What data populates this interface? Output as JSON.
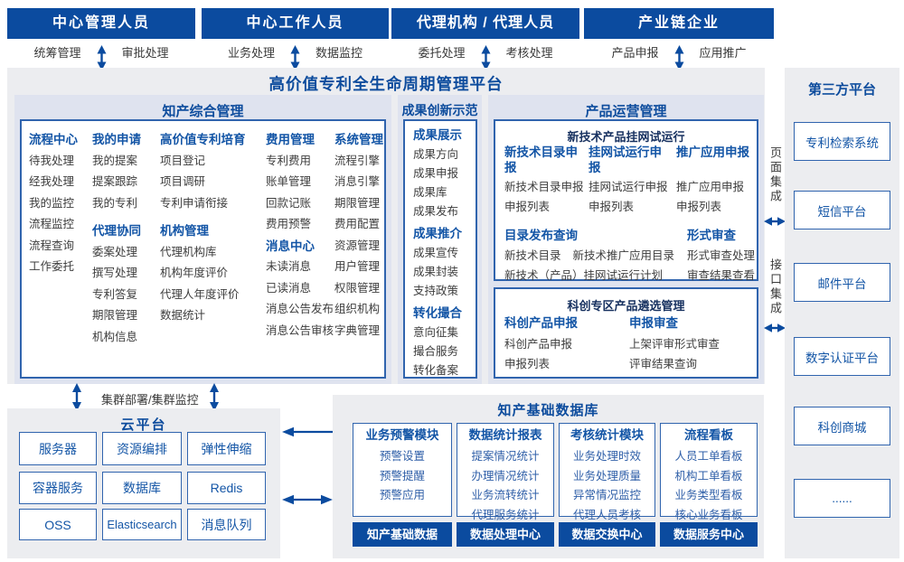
{
  "colors": {
    "navy": "#0B4B9F",
    "blue_text": "#1355A6",
    "panel_bg": "#ECEDF0",
    "subpanel_bg": "#DFE3EF",
    "border_blue": "#3064AE",
    "item_gray": "#3D3D3D",
    "db_item_blue": "#2F5FA8"
  },
  "actors": {
    "a1": {
      "title": "中心管理人员",
      "left": "统筹管理",
      "right": "审批处理"
    },
    "a2": {
      "title": "中心工作人员",
      "left": "业务处理",
      "right": "数据监控"
    },
    "a3": {
      "title": "代理机构 / 代理人员",
      "left": "委托处理",
      "right": "考核处理"
    },
    "a4": {
      "title": "产业链企业",
      "left": "产品申报",
      "right": "应用推广"
    }
  },
  "platform": {
    "title": "高价值专利全生命周期管理平台"
  },
  "ipm": {
    "title": "知产综合管理",
    "col1": {
      "h1": "流程中心",
      "items1": [
        "待我处理",
        "经我处理",
        "我的监控",
        "流程监控",
        "流程查询",
        "工作委托"
      ]
    },
    "col2": {
      "h1": "我的申请",
      "items1": [
        "我的提案",
        "提案跟踪",
        "我的专利"
      ],
      "h2": "代理协同",
      "items2": [
        "委案处理",
        "撰写处理",
        "专利答复",
        "期限管理",
        "机构信息"
      ]
    },
    "col3": {
      "h1": "高价值专利培育",
      "items1": [
        "项目登记",
        "项目调研",
        "专利申请衔接"
      ],
      "h2": "机构管理",
      "items2": [
        "代理机构库",
        "机构年度评价",
        "代理人年度评价",
        "数据统计"
      ]
    },
    "col4": {
      "h1": "费用管理",
      "items1": [
        "专利费用",
        "账单管理",
        "回款记账",
        "费用预警"
      ],
      "h2": "消息中心",
      "items2": [
        "未读消息",
        "已读消息",
        "消息公告发布",
        "消息公告审核"
      ]
    },
    "col5": {
      "h1": "系统管理",
      "items1": [
        "流程引擎",
        "消息引擎",
        "期限管理",
        "费用配置",
        "资源管理",
        "用户管理",
        "权限管理",
        "组织机构",
        "字典管理"
      ]
    }
  },
  "achv": {
    "title": "成果创新示范",
    "g1": {
      "h": "成果展示",
      "items": [
        "成果方向",
        "成果申报",
        "成果库",
        "成果发布"
      ]
    },
    "g2": {
      "h": "成果推介",
      "items": [
        "成果宣传",
        "成果封装",
        "支持政策"
      ]
    },
    "g3": {
      "h": "转化撮合",
      "items": [
        "意向征集",
        "撮合服务",
        "转化备案"
      ]
    }
  },
  "product": {
    "title": "产品运营管理",
    "boxA": {
      "title": "新技术产品挂网试运行",
      "c1": {
        "h": "新技术目录申报",
        "items": [
          "新技术目录申报",
          "申报列表"
        ]
      },
      "c2": {
        "h": "挂网试运行申报",
        "items": [
          "挂网试运行申报",
          "申报列表"
        ]
      },
      "c3": {
        "h": "推广应用申报",
        "items": [
          "推广应用申报",
          "申报列表"
        ]
      },
      "g1": {
        "h": "目录发布查询",
        "i1": "新技术目录",
        "i2": "新技术推广应用目录",
        "i3": "新技术（产品）挂网试运行计划"
      },
      "g2": {
        "h": "形式审查",
        "items": [
          "形式审查处理",
          "审查结果查看"
        ]
      }
    },
    "boxB": {
      "title": "科创专区产品遴选管理",
      "c1": {
        "h": "科创产品申报",
        "items": [
          "科创产品申报",
          "申报列表"
        ]
      },
      "c2": {
        "h": "申报审查",
        "items": [
          "上架评审形式审查",
          "评审结果查询"
        ]
      }
    }
  },
  "integration": {
    "page": "页面集成",
    "api": "接口集成"
  },
  "third": {
    "title": "第三方平台",
    "items": [
      "专利检索系统",
      "短信平台",
      "邮件平台",
      "数字认证平台",
      "科创商城",
      "......"
    ]
  },
  "cluster_label": "集群部署/集群监控",
  "cloud": {
    "title": "云平台",
    "items": [
      "服务器",
      "资源编排",
      "弹性伸缩",
      "容器服务",
      "数据库",
      "Redis",
      "OSS",
      "Elasticsearch",
      "消息队列"
    ]
  },
  "db": {
    "title": "知产基础数据库",
    "cols": [
      {
        "h": "业务预警模块",
        "items": [
          "预警设置",
          "预警提醒",
          "预警应用"
        ]
      },
      {
        "h": "数据统计报表",
        "items": [
          "提案情况统计",
          "办理情况统计",
          "业务流转统计",
          "代理服务统计"
        ]
      },
      {
        "h": "考核统计模块",
        "items": [
          "业务处理时效",
          "业务处理质量",
          "异常情况监控",
          "代理人员考核"
        ]
      },
      {
        "h": "流程看板",
        "items": [
          "人员工单看板",
          "机构工单看板",
          "业务类型看板",
          "核心业务看板"
        ]
      }
    ],
    "buttons": [
      "知产基础数据",
      "数据处理中心",
      "数据交换中心",
      "数据服务中心"
    ]
  }
}
